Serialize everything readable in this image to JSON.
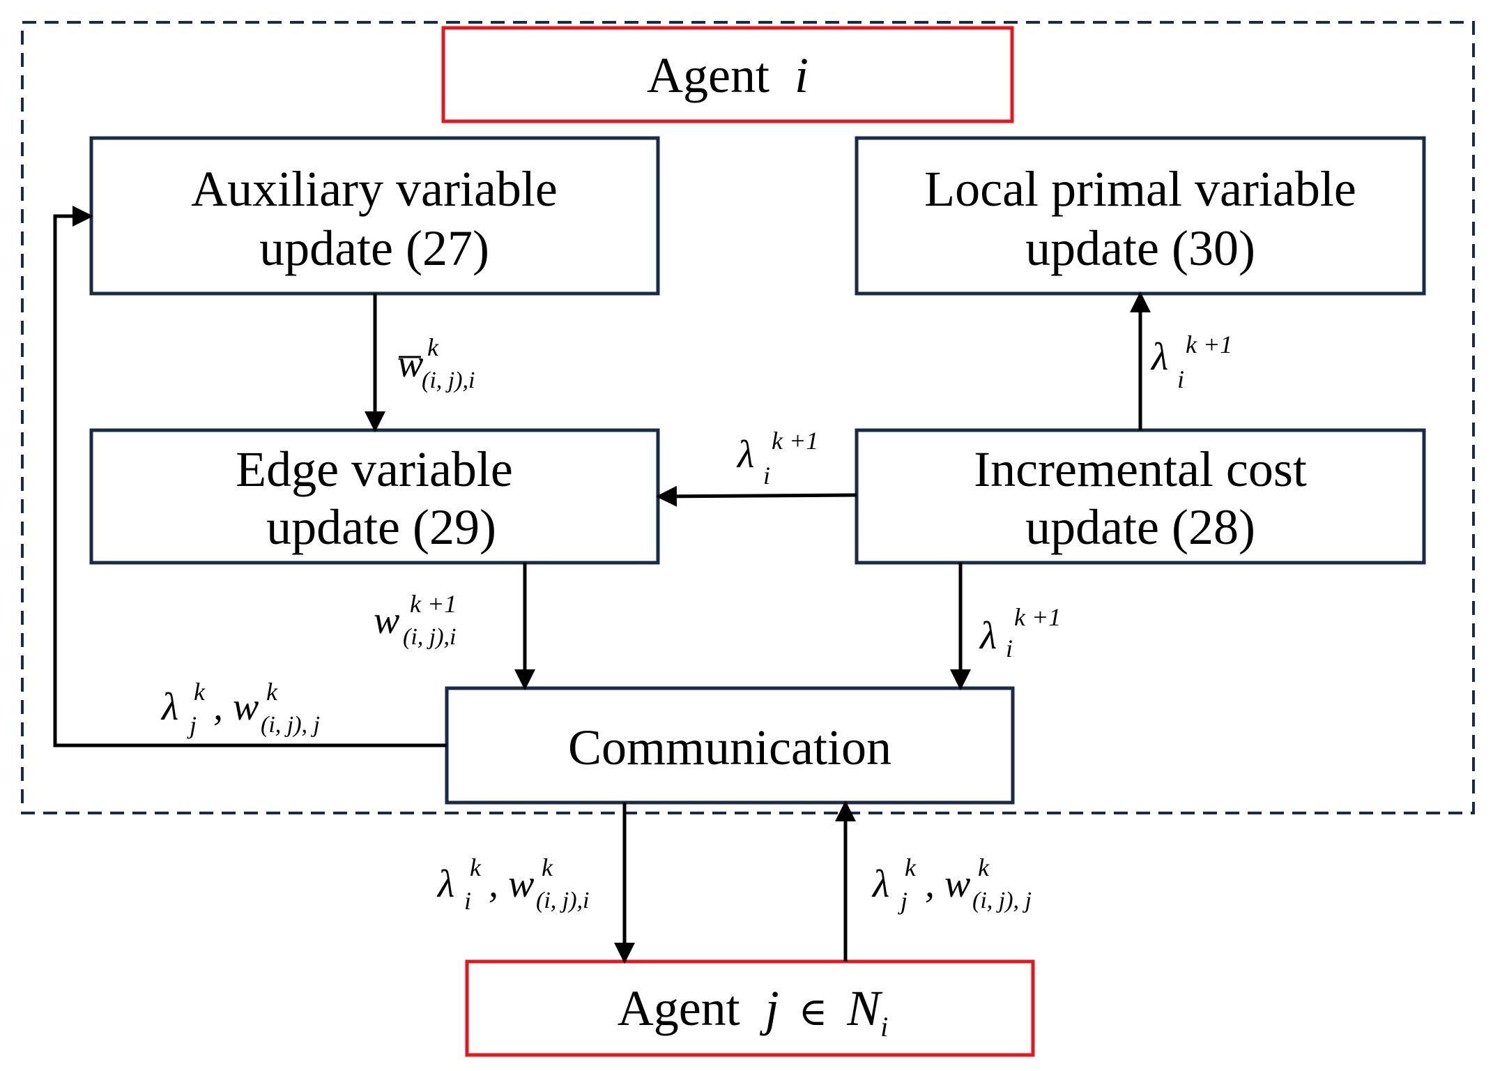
{
  "colors": {
    "navy": "#1a2b4a",
    "red": "#e8161b",
    "black": "#000000"
  },
  "agent_i": {
    "word": "Agent",
    "var": "i"
  },
  "agent_j": {
    "word": "Agent",
    "var": "j",
    "rel": "∈",
    "set": "N",
    "set_sub": "i"
  },
  "boxes": {
    "auxiliary": {
      "line1": "Auxiliary variable",
      "line2": "update (27)"
    },
    "local_primal": {
      "line1": "Local primal variable",
      "line2": "update (30)"
    },
    "edge": {
      "line1": "Edge variable",
      "line2": "update (29)"
    },
    "incremental": {
      "line1": "Incremental cost",
      "line2": "update (28)"
    },
    "communication": {
      "label": "Communication"
    }
  },
  "labels": {
    "wbar": {
      "base": "w",
      "sup": "k",
      "sub": "(i, j),i"
    },
    "lambda_up": {
      "base": "λ",
      "sup": "k +1",
      "sub": "i"
    },
    "lambda_left": {
      "base": "λ",
      "sup": "k +1",
      "sub": "i"
    },
    "lambda_down": {
      "base": "λ",
      "sup": "k +1",
      "sub": "i"
    },
    "w_edge": {
      "base": "w",
      "sup": "k +1",
      "sub": "(i, j),i"
    },
    "feedback": {
      "l_base": "λ",
      "l_sup": "k",
      "l_sub": "j",
      "sep": ",",
      "w_base": "w",
      "w_sup": "k",
      "w_sub": "(i, j), j"
    },
    "out_i": {
      "l_base": "λ",
      "l_sup": "k",
      "l_sub": "i",
      "sep": ",",
      "w_base": "w",
      "w_sup": "k",
      "w_sub": "(i, j),i"
    },
    "in_j": {
      "l_base": "λ",
      "l_sup": "k",
      "l_sub": "j",
      "sep": ",",
      "w_base": "w",
      "w_sup": "k",
      "w_sub": "(i, j), j"
    }
  }
}
